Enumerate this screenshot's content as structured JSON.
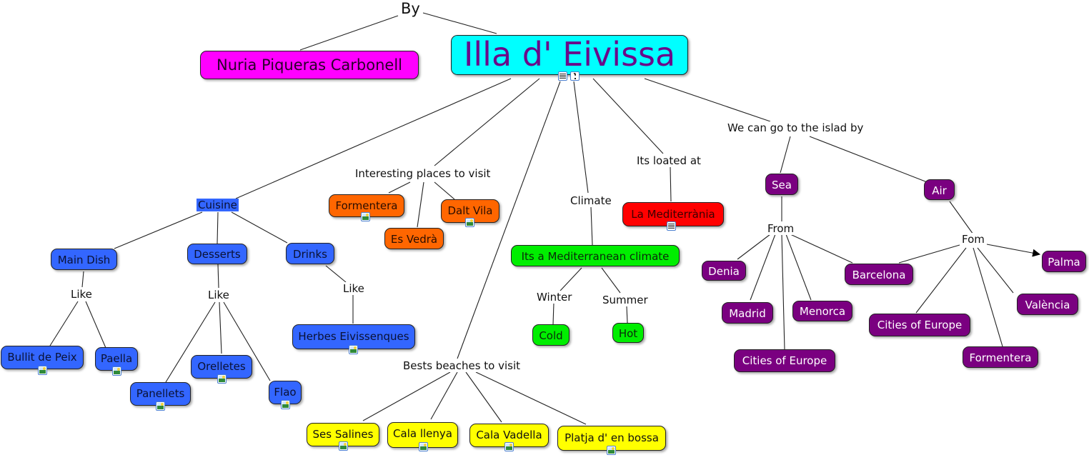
{
  "map": {
    "root": "Illa d' Eivissa",
    "author_link": "By",
    "author": "Nuria Piqueras Carbonell",
    "cuisine": {
      "label": "Cuisine",
      "categories": [
        "Main Dish",
        "Desserts",
        "Drinks"
      ],
      "like": "Like",
      "main_dish": [
        "Bullit de Peix",
        "Paella"
      ],
      "desserts": [
        "Panellets",
        "Orelletes",
        "Flao"
      ],
      "drinks": [
        "Herbes Eivissenques"
      ]
    },
    "places": {
      "label": "Interesting places to visit",
      "items": [
        "Formentera",
        "Es Vedrà",
        "Dalt Vila"
      ]
    },
    "beaches": {
      "label": "Bests beaches to visit",
      "items": [
        "Ses Salines",
        "Cala llenya",
        "Cala Vadella",
        "Platja d' en bossa"
      ]
    },
    "climate": {
      "label": "Climate",
      "value": "Its a Mediterranean climate",
      "winter_label": "Winter",
      "winter": "Cold",
      "summer_label": "Summer",
      "summer": "Hot"
    },
    "location": {
      "label": "Its loated at",
      "value": "La Mediterrània"
    },
    "transport": {
      "label": "We can go to the islad by",
      "sea": "Sea",
      "sea_from": "From",
      "sea_origins": [
        "Denia",
        "Madrid",
        "Cities of Europe",
        "Menorca",
        "Barcelona"
      ],
      "air": "Air",
      "air_from": "Fom",
      "air_origins": [
        "Cities of Europe",
        "Formentera",
        "València",
        "Palma"
      ]
    },
    "colors": {
      "root": "#00ffff",
      "author": "#ff00ff",
      "cuisine": "#3366ff",
      "places": "#ff6600",
      "beaches": "#ffff00",
      "climate": "#00ee00",
      "location": "#ff0000",
      "transport": "#7a0080"
    }
  }
}
